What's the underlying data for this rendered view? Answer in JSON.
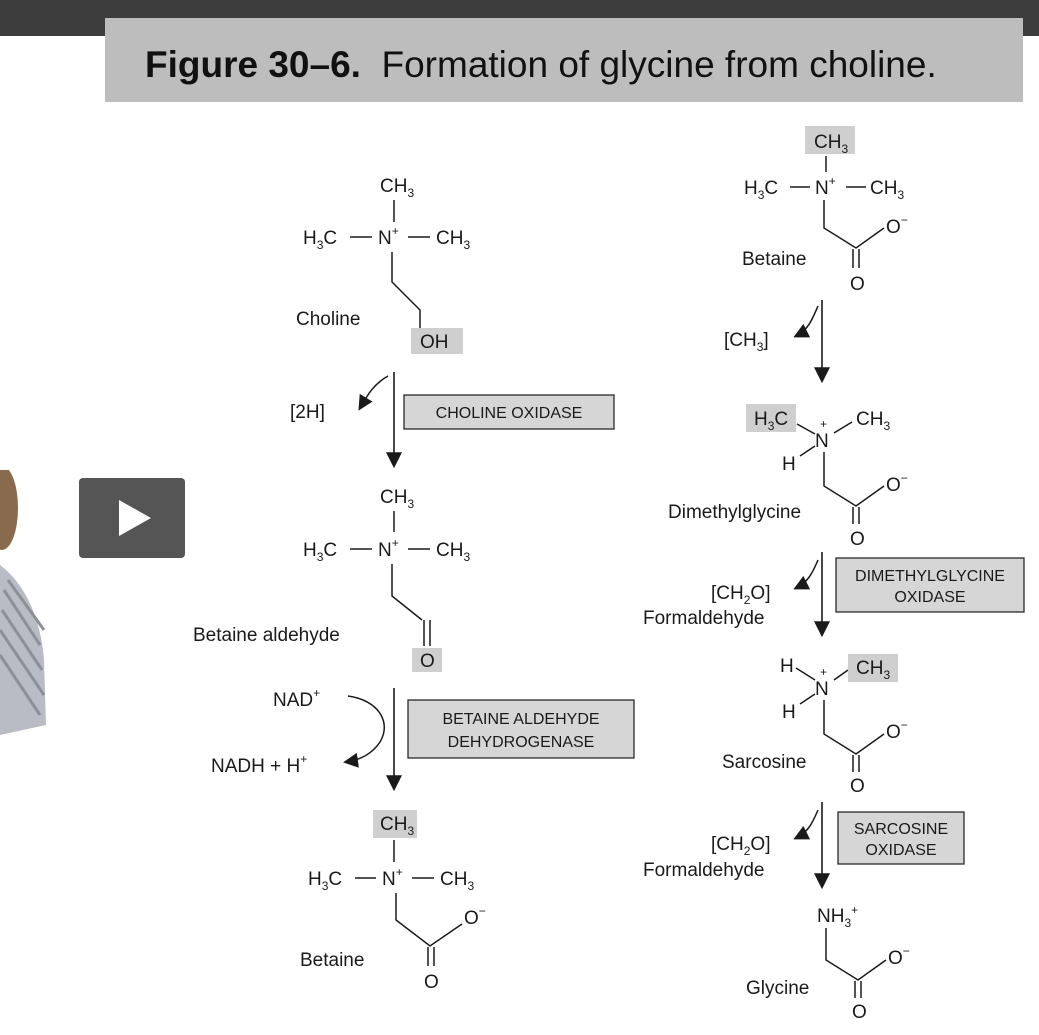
{
  "header": {
    "figure_number": "Figure 30–6.",
    "caption": "Formation of glycine from choline."
  },
  "player": {
    "play_icon": "play-icon"
  },
  "left_pathway": {
    "molecules": {
      "choline": "Choline",
      "betaine_aldehyde": "Betaine aldehyde",
      "betaine": "Betaine"
    },
    "cofactors": {
      "two_h": "[2H]",
      "nad": "NAD",
      "nadh": "NADH + H"
    },
    "enzymes": {
      "choline_oxidase": "CHOLINE OXIDASE",
      "betaine_aldehyde_dehydrogenase_line1": "BETAINE ALDEHYDE",
      "betaine_aldehyde_dehydrogenase_line2": "DEHYDROGENASE"
    }
  },
  "right_pathway": {
    "molecules": {
      "betaine": "Betaine",
      "dimethylglycine": "Dimethylglycine",
      "sarcosine": "Sarcosine",
      "glycine": "Glycine"
    },
    "cofactors": {
      "methyl": "[CH",
      "formaldehyde_formula": "[CH",
      "formaldehyde": "Formaldehyde"
    },
    "enzymes": {
      "dmg_oxidase_line1": "DIMETHYLGLYCINE",
      "dmg_oxidase_line2": "OXIDASE",
      "sarcosine_oxidase_line1": "SARCOSINE",
      "sarcosine_oxidase_line2": "OXIDASE"
    }
  },
  "atoms": {
    "ch": "CH",
    "h3c": "H",
    "c": "C",
    "n": "N",
    "h": "H",
    "o": "O",
    "oh": "OH",
    "three": "3",
    "two": "2",
    "plus": "+",
    "minus": "−",
    "bond": "—",
    "close": "]"
  },
  "colors": {
    "highlight": "#cfcfcf",
    "enzyme_box": "#d6d6d6",
    "title_box": "#bdbdbd",
    "topbar": "#3d3d3d"
  }
}
